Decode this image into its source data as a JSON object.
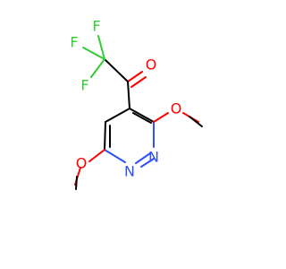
{
  "atoms": {
    "f1": {
      "symbol": "F"
    },
    "f2": {
      "symbol": "F"
    },
    "f3": {
      "symbol": "F"
    },
    "o_carbonyl": {
      "symbol": "O"
    },
    "o_methoxy_top": {
      "symbol": "O"
    },
    "o_methoxy_bottom": {
      "symbol": "O"
    },
    "n1": {
      "symbol": "N"
    },
    "n2": {
      "symbol": "N"
    }
  },
  "colors": {
    "bond": "#000000",
    "oxygen": "#ff0000",
    "nitrogen": "#3050f8",
    "fluorine": "#33cc33"
  }
}
